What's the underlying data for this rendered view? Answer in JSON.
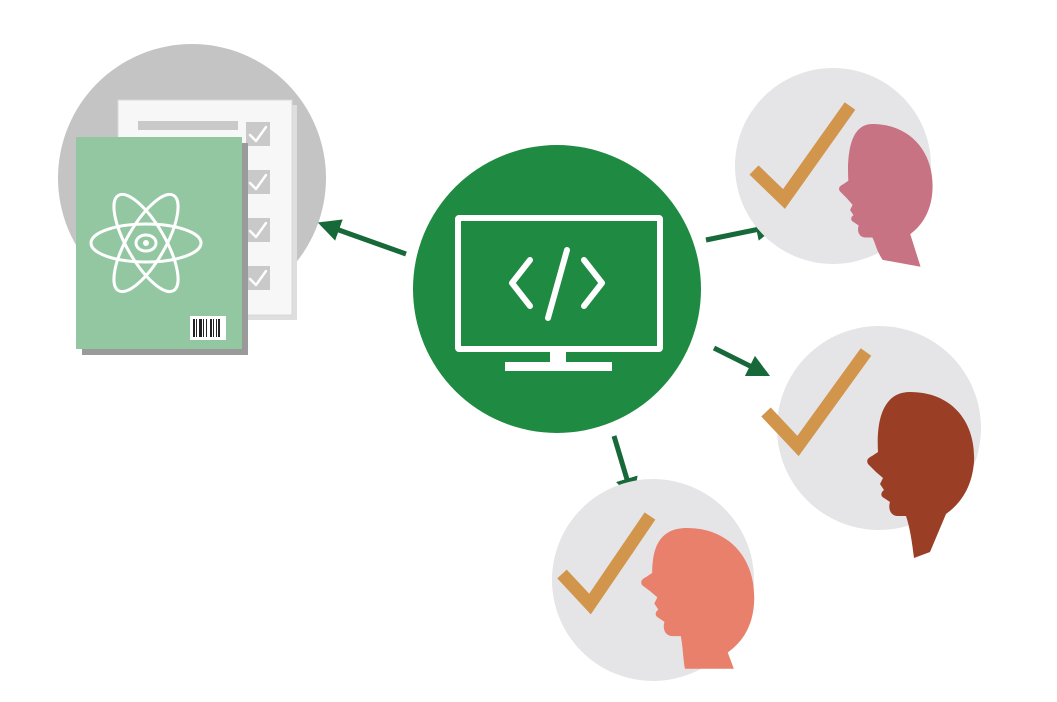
{
  "colors": {
    "background": "#ffffff",
    "hub": "#1e8a42",
    "arrow": "#17693a",
    "icon_line": "#ffffff",
    "doc_backdrop": "#c4c4c4",
    "checklist_paper": "#f7f7f7",
    "checklist_mark": "#c9c9c9",
    "cover": "#92c7a2",
    "cover_shadow": "#9a9a9a",
    "person_backdrop": "#e5e5e8",
    "check": "#d1954c",
    "person_1": "#c77383",
    "person_2": "#9a3f26",
    "person_3": "#e8806c"
  },
  "hub": {
    "icon": "monitor-code-icon"
  },
  "document": {
    "icons": [
      "atom-icon",
      "barcode-icon",
      "checkbox-check-icon"
    ],
    "checklist_rows": 4
  },
  "people": [
    {
      "id": "person-1",
      "icon": "head-profile-icon",
      "mark": "check-icon",
      "color_key": "person_1"
    },
    {
      "id": "person-2",
      "icon": "head-profile-icon",
      "mark": "check-icon",
      "color_key": "person_2"
    },
    {
      "id": "person-3",
      "icon": "head-profile-icon",
      "mark": "check-icon",
      "color_key": "person_3"
    }
  ],
  "arrows": [
    {
      "from": "hub",
      "to": "document"
    },
    {
      "from": "hub",
      "to": "person-1"
    },
    {
      "from": "hub",
      "to": "person-2"
    },
    {
      "from": "hub",
      "to": "person-3"
    }
  ]
}
